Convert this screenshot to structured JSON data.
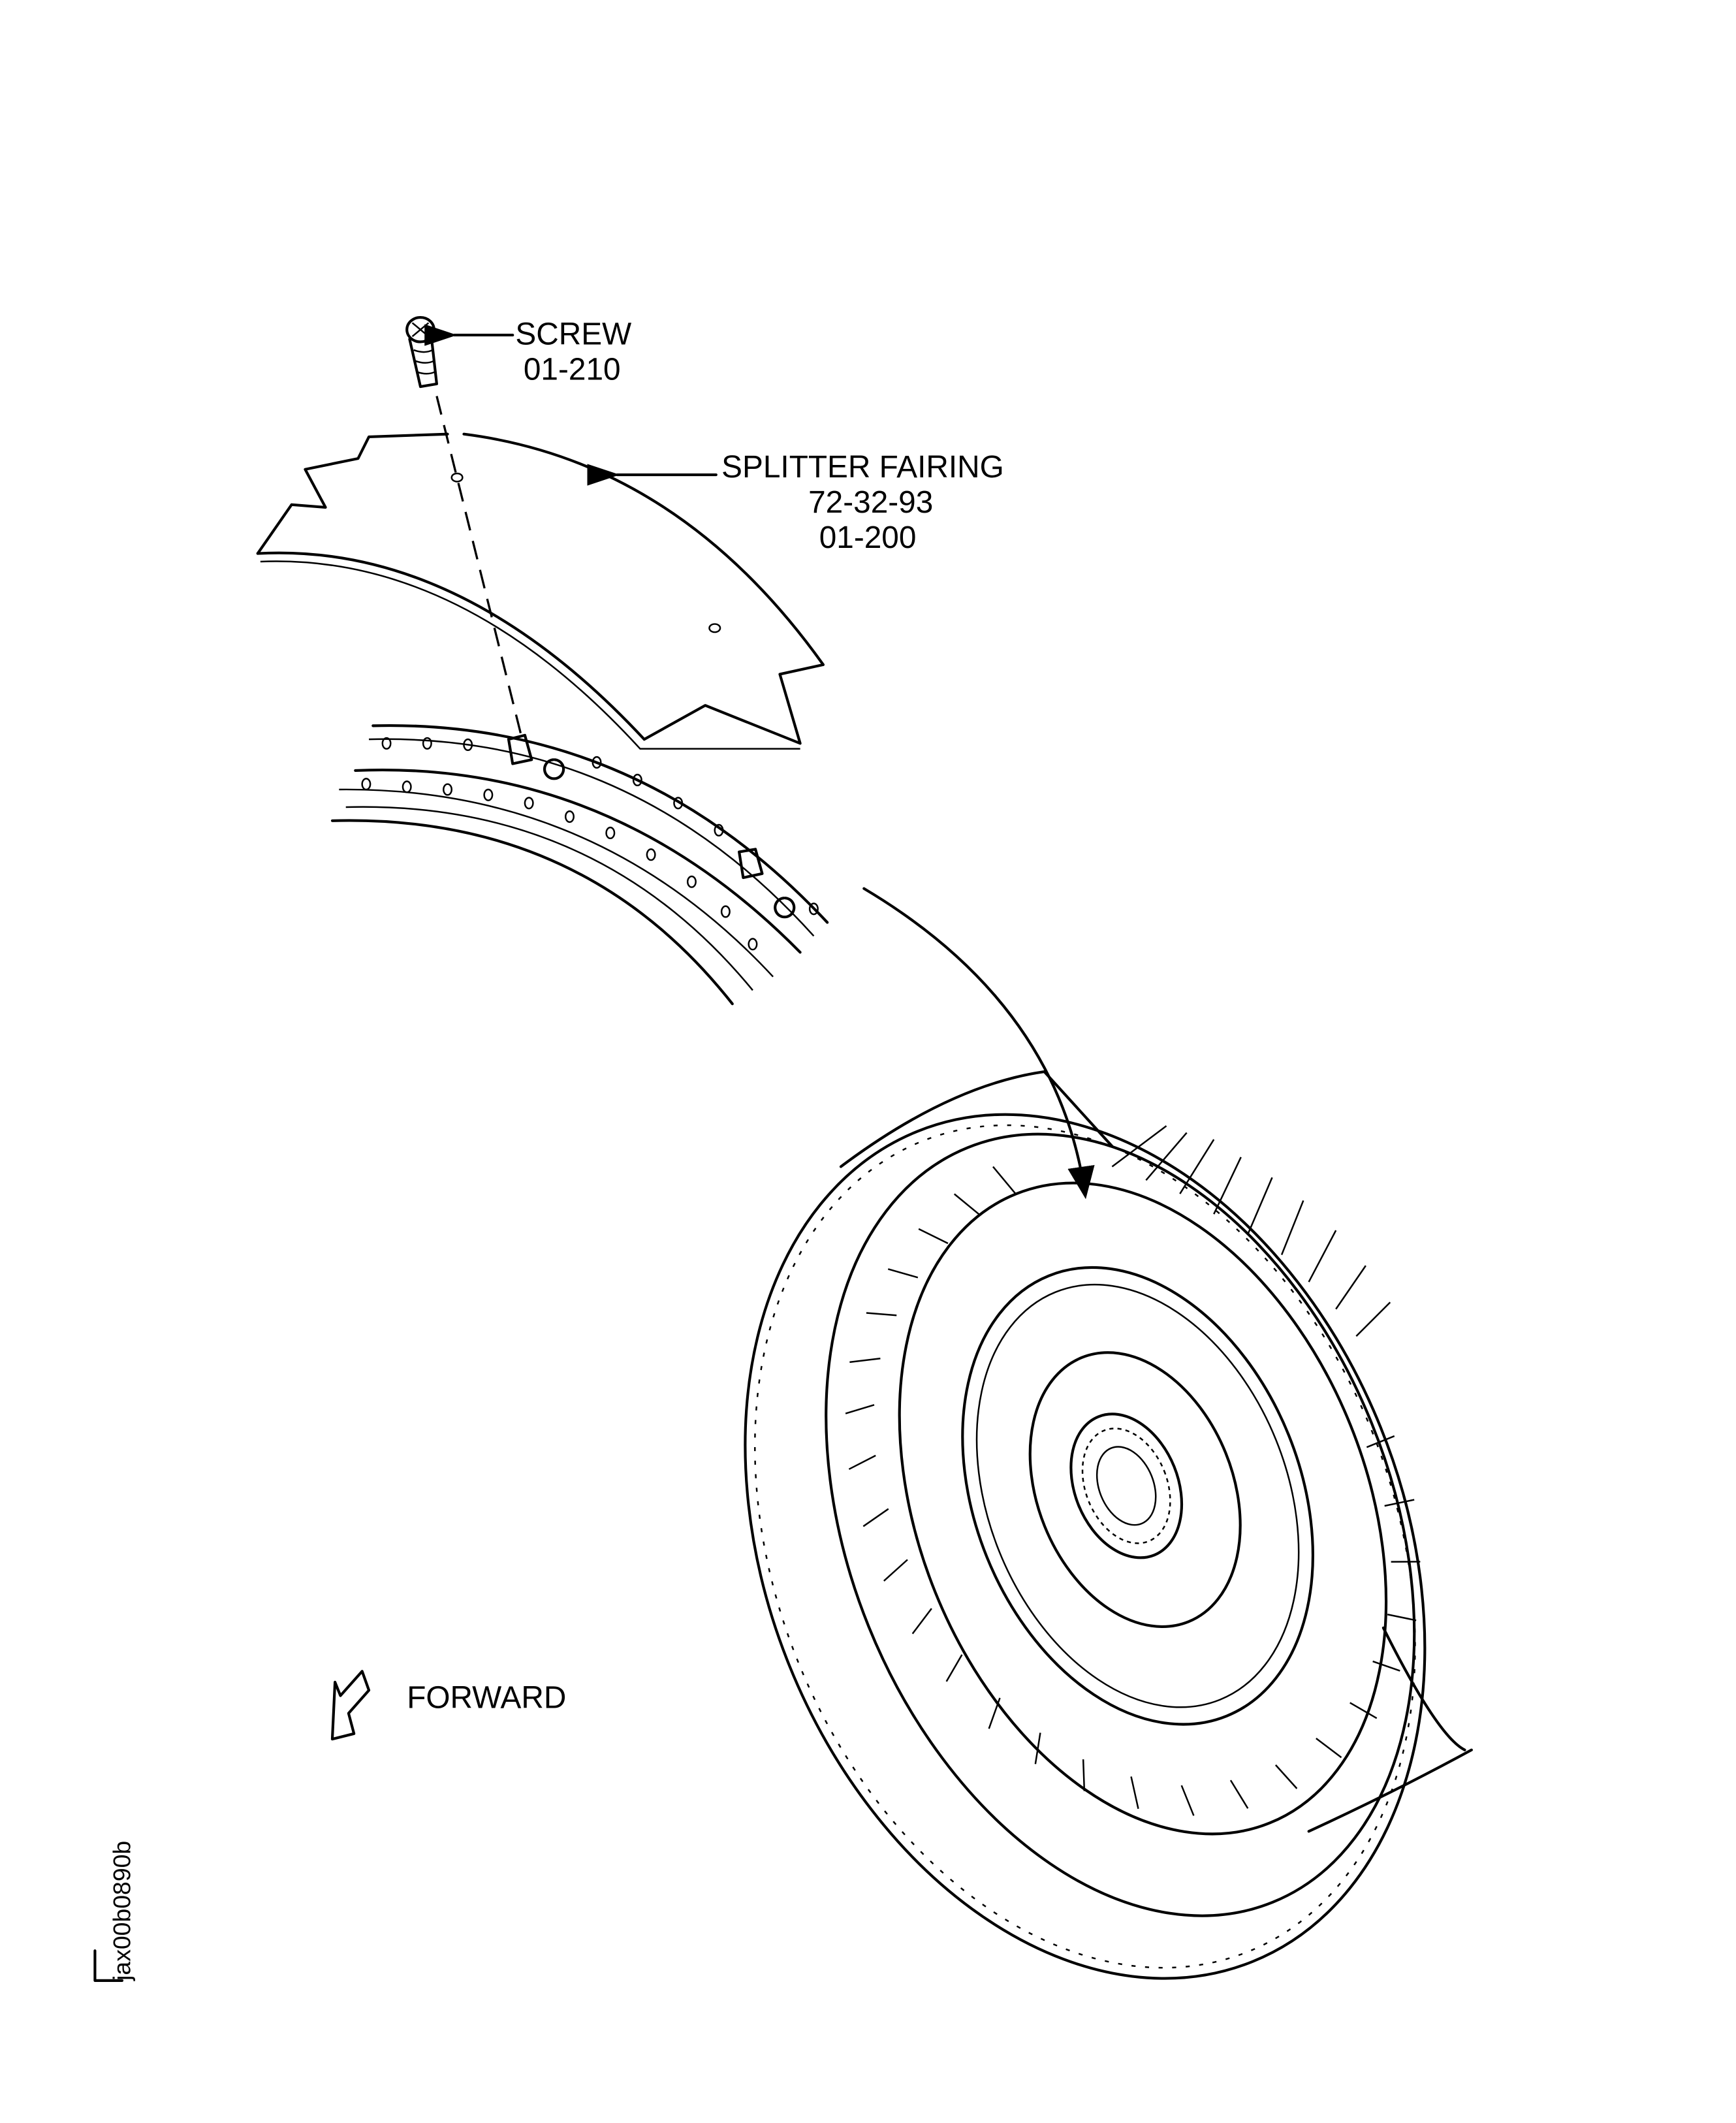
{
  "callouts": {
    "screw": {
      "name": "SCREW",
      "item": "01-210"
    },
    "splitter_fairing": {
      "name": "SPLITTER  FAIRING",
      "ref": "72-32-93",
      "item": "01-200"
    }
  },
  "direction": {
    "label": "FORWARD"
  },
  "figure_id": "jax00b0890b"
}
